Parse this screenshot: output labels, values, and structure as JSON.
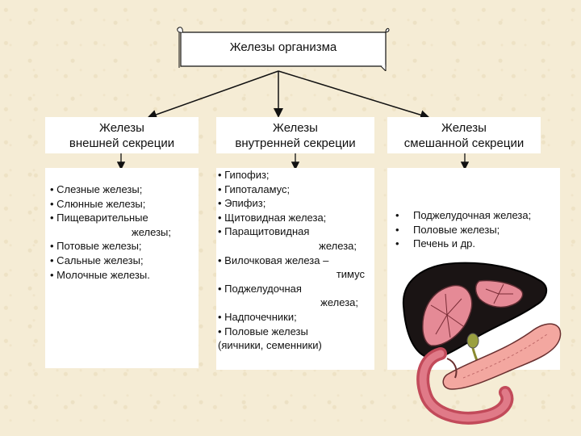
{
  "title": "Железы организма",
  "columns": [
    {
      "heading": [
        "Железы",
        "внешней секреции"
      ],
      "items": [
        [
          "• Слезные железы;"
        ],
        [
          "• Слюнные железы;"
        ],
        [
          "• Пищеварительные",
          "железы;"
        ],
        [
          "• Потовые железы;"
        ],
        [
          "• Сальные железы;"
        ],
        [
          "• Молочные железы."
        ]
      ]
    },
    {
      "heading": [
        "Железы",
        "внутренней секреции"
      ],
      "items": [
        [
          "• Гипофиз;"
        ],
        [
          "• Гипоталамус;"
        ],
        [
          "• Эпифиз;"
        ],
        [
          "• Щитовидная железа;"
        ],
        [
          "• Паращитовидная",
          "железа;"
        ],
        [
          "• Вилочковая железа –",
          "тимус"
        ],
        [
          "• Поджелудочная",
          "железа;"
        ],
        [
          "• Надпочечники;"
        ],
        [
          "• Половые железы",
          "(яичники, семенники)"
        ]
      ]
    },
    {
      "heading": [
        "Железы",
        "смешанной секреции"
      ],
      "items": [
        [
          "•",
          "Поджелудочная железа;"
        ],
        [
          "•",
          "Половые железы;"
        ],
        [
          "•",
          "Печень  и др."
        ]
      ]
    }
  ],
  "illustration": "liver-pancreas-illustration"
}
